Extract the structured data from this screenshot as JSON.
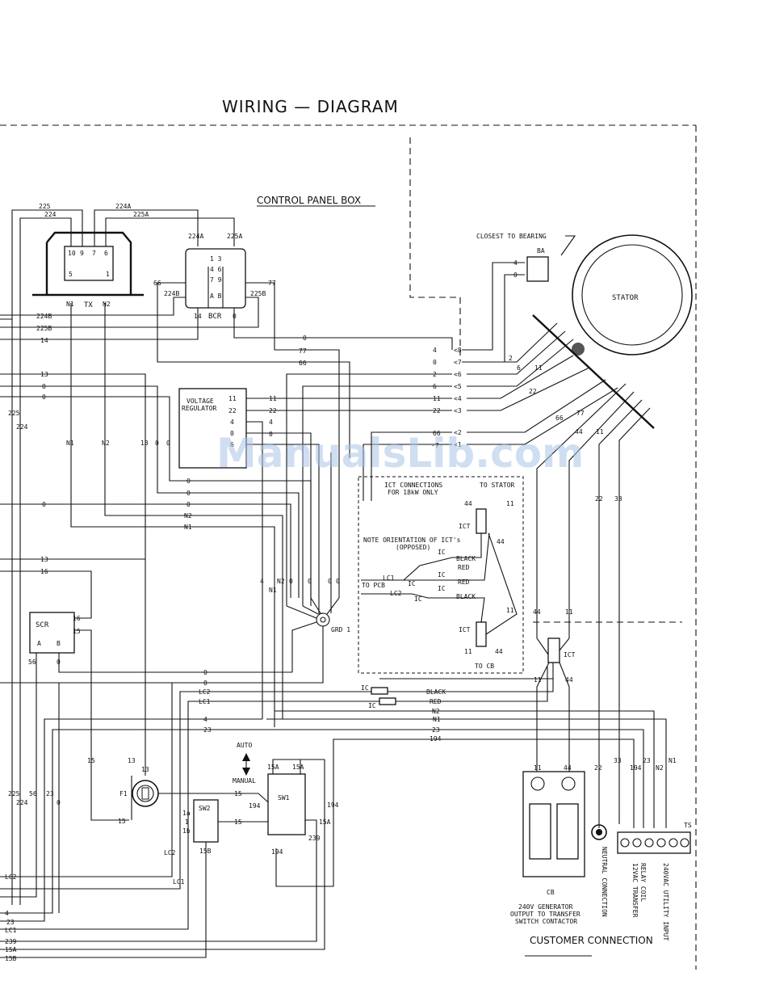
{
  "title": "WIRING — DIAGRAM",
  "sections": {
    "control_panel": "CONTROL PANEL BOX",
    "customer_connection": "CUSTOMER CONNECTION"
  },
  "components": {
    "tx": "TX",
    "bcr": "BCR",
    "stator": "STATOR",
    "ba": "BA",
    "closest_to_bearing": "CLOSEST TO BEARING",
    "vreg_1": "VOLTAGE",
    "vreg_2": "REGULATOR",
    "scr": "SCR",
    "grd": "GRD 1",
    "f1": "F1",
    "sw1": "SW1",
    "sw2": "SW2",
    "auto": "AUTO",
    "manual": "MANUAL",
    "cb": "CB",
    "ts": "TS",
    "ict": "ICT",
    "ict_connections": "ICT CONNECTIONS",
    "for_18kw": "FOR 18kW ONLY",
    "to_stator": "TO STATOR",
    "to_cb": "TO CB",
    "to_pcb": "TO PCB",
    "note_1": "NOTE ORIENTATION OF ICT's",
    "note_2": "(OPPOSED)",
    "black": "BLACK",
    "red": "RED",
    "ic": "IC",
    "cb_desc_1": "240V GENERATOR",
    "cb_desc_2": "OUTPUT TO TRANSFER",
    "cb_desc_3": "SWITCH CONTACTOR",
    "neutral": "NEUTRAL CONNECTION",
    "relay_1": "12VAC TRANSFER",
    "relay_2": "RELAY COIL",
    "utility": "240VAC UTILITY INPUT",
    "watermark": "ManualsLib.com"
  },
  "wires": {
    "w225": "225",
    "w224": "224",
    "w224A": "224A",
    "w225A": "225A",
    "w224B": "224B",
    "w225B": "225B",
    "w14": "14",
    "w13": "13",
    "w0": "0",
    "w66": "66",
    "w77": "77",
    "w2": "2",
    "w6": "6",
    "w11": "11",
    "w22": "22",
    "w4": "4",
    "w44": "44",
    "w33": "33",
    "w16": "16",
    "w15": "15",
    "w56": "56",
    "w23": "23",
    "w194": "194",
    "w15A": "15A",
    "w15B": "15B",
    "w239": "239",
    "wLC1": "LC1",
    "wLC2": "LC2",
    "wN1": "N1",
    "wN2": "N2",
    "wA": "A",
    "wB": "B",
    "w1a": "1a",
    "w1": "1",
    "w1b": "1b",
    "p10": "10",
    "p9": "9",
    "p7": "7",
    "p6": "6",
    "p5": "5",
    "p1": "1",
    "p13": "1 3",
    "p46": "4 6",
    "p79": "7 9",
    "pAB": "A B",
    "pm7": "-7"
  },
  "terminals": [
    "8",
    "7",
    "6",
    "5",
    "4",
    "3",
    "2",
    "1"
  ]
}
